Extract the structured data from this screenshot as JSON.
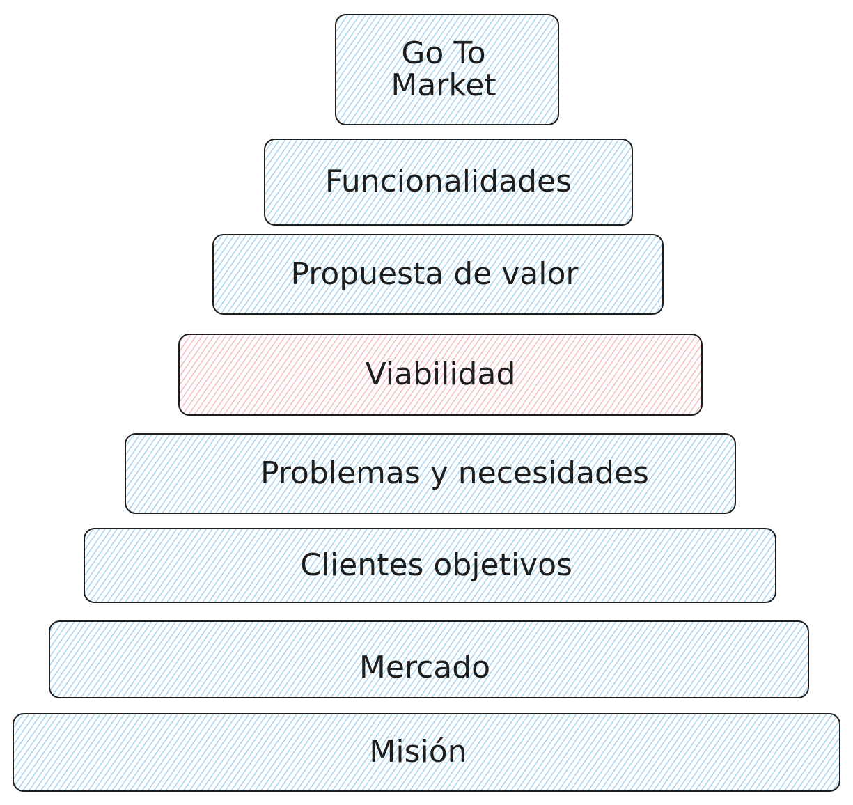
{
  "pyramid": {
    "layers": [
      {
        "label": "Go To\nMarket",
        "fill": "blue"
      },
      {
        "label": "Funcionalidades",
        "fill": "blue"
      },
      {
        "label": "Propuesta de valor",
        "fill": "blue"
      },
      {
        "label": "Viabilidad",
        "fill": "red"
      },
      {
        "label": "Problemas y necesidades",
        "fill": "blue"
      },
      {
        "label": "Clientes objetivos",
        "fill": "blue"
      },
      {
        "label": "Mercado",
        "fill": "blue"
      },
      {
        "label": "Misión",
        "fill": "blue"
      }
    ]
  },
  "colors": {
    "blue_hatch": "#a5d8ff",
    "red_hatch": "#ffc9c9",
    "stroke": "#1e1e1e"
  }
}
